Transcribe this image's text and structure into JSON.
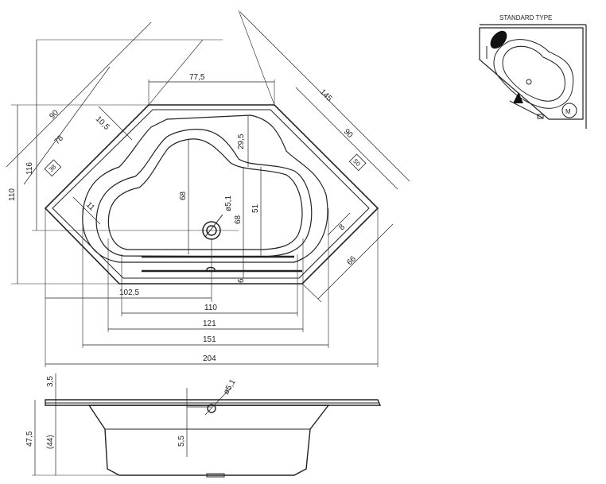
{
  "top_view": {
    "dims": {
      "d77_5": "77,5",
      "d145": "145",
      "d90_left": "90",
      "d90_right": "90",
      "d78": "78",
      "d10_5": "10,5",
      "d29_5": "29,5",
      "d116": "116",
      "d110_left": "110",
      "d68_a": "68",
      "d68_b": "68",
      "d51": "51",
      "d_hole": "ø5,1",
      "d11": "11",
      "d8": "8",
      "d66": "66",
      "d6": "6",
      "d102_5": "102,5",
      "d110_bottom": "110",
      "d121": "121",
      "d151": "151",
      "d204": "204"
    },
    "badges": {
      "b38": "38",
      "b50": "50"
    }
  },
  "side_view": {
    "dims": {
      "d3_5": "3,5",
      "d47_5": "47,5",
      "d44": "(44)",
      "d5_5": "5,5",
      "d_hole": "ø5,1"
    }
  },
  "standard_type": {
    "title": "STANDARD TYPE",
    "motor_label": "M"
  }
}
